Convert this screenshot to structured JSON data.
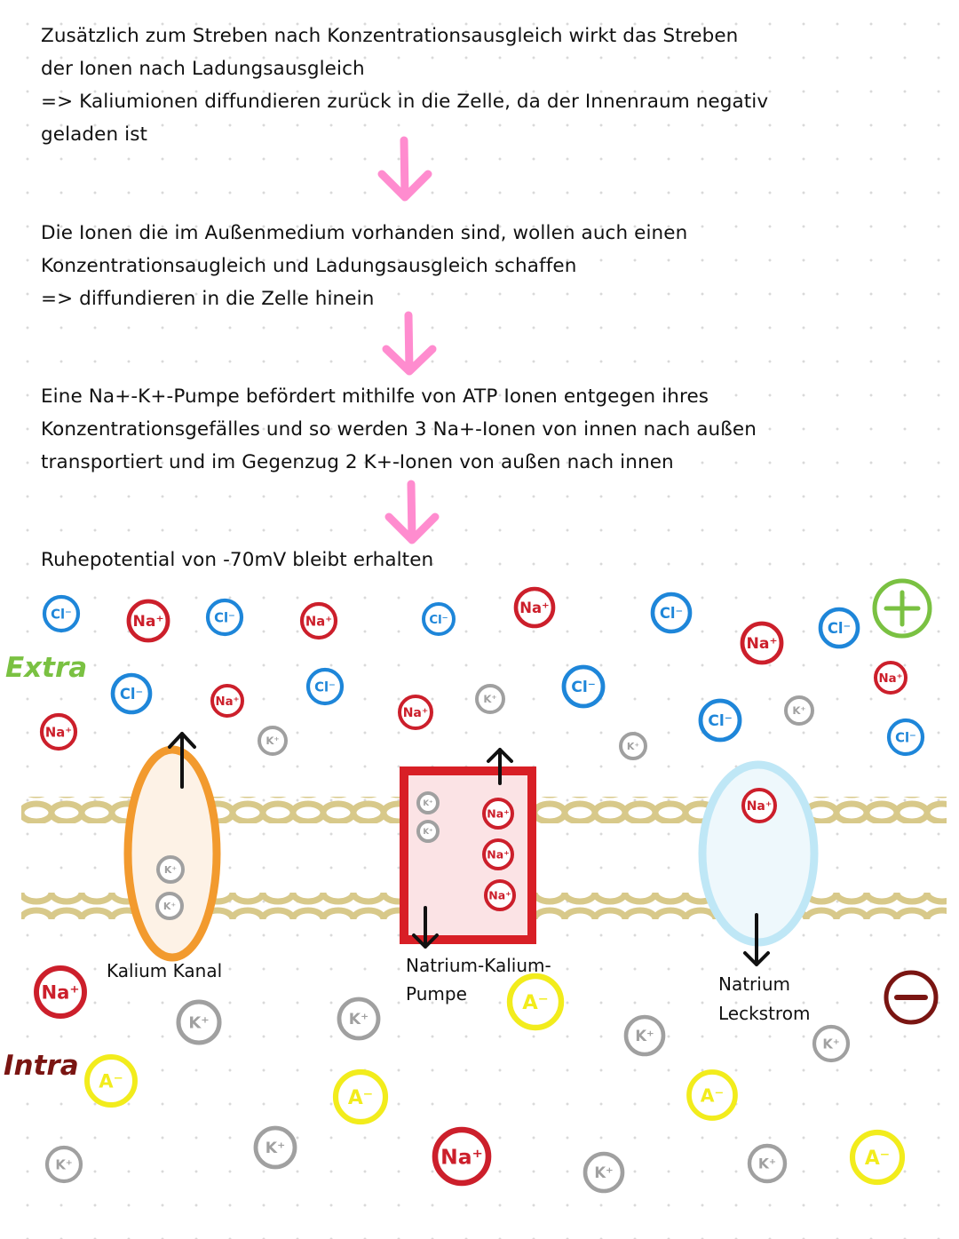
{
  "colors": {
    "arrow": "#ff8ccf",
    "sodium": "#cc1f2b",
    "chloride": "#1e86d9",
    "potassium": "#a0a0a0",
    "anion": "#f2ec1c",
    "potassium_channel": "#f29a2e",
    "pump": "#d81f26",
    "leak_channel": "#bfe7f6",
    "membrane": "#d8c98a",
    "extra_label": "#7ac142",
    "intra_label": "#7a1512",
    "plus": "#7ac142",
    "minus": "#7a1512"
  },
  "paragraphs": [
    {
      "lines": [
        "Zusätzlich zum Streben nach Konzentrationsausgleich wirkt das Streben",
        "der Ionen nach Ladungsausgleich",
        "=> Kaliumionen diffundieren zurück in die Zelle, da der Innenraum negativ",
        "geladen ist"
      ]
    },
    {
      "lines": [
        "Die Ionen die im Außenmedium vorhanden sind, wollen auch einen",
        "Konzentrationsaugleich und Ladungsausgleich schaffen",
        "=> diffundieren in die Zelle hinein"
      ]
    },
    {
      "lines": [
        "Eine Na+-K+-Pumpe befördert mithilfe von ATP Ionen entgegen ihres",
        "Konzentrationsgefälles und so werden 3 Na+-Ionen von innen nach außen",
        "transportiert und im Gegenzug 2 K+-Ionen von außen nach innen"
      ]
    },
    {
      "lines": [
        "Ruhepotential von -70mV bleibt erhalten"
      ]
    }
  ],
  "diagram": {
    "extra_label": "Extra",
    "intra_label": "Intra",
    "plus_sign": "+",
    "minus_sign": "−",
    "potassium_channel_label": "Kalium Kanal",
    "pump_label_line1": "Natrium-Kalium-",
    "pump_label_line2": "Pumpe",
    "leak_label_line1": "Natrium",
    "leak_label_line2": "Leckstrom",
    "ions": {
      "chloride": "Cl⁻",
      "sodium": "Na⁺",
      "potassium": "K⁺",
      "anion": "A⁻"
    }
  }
}
